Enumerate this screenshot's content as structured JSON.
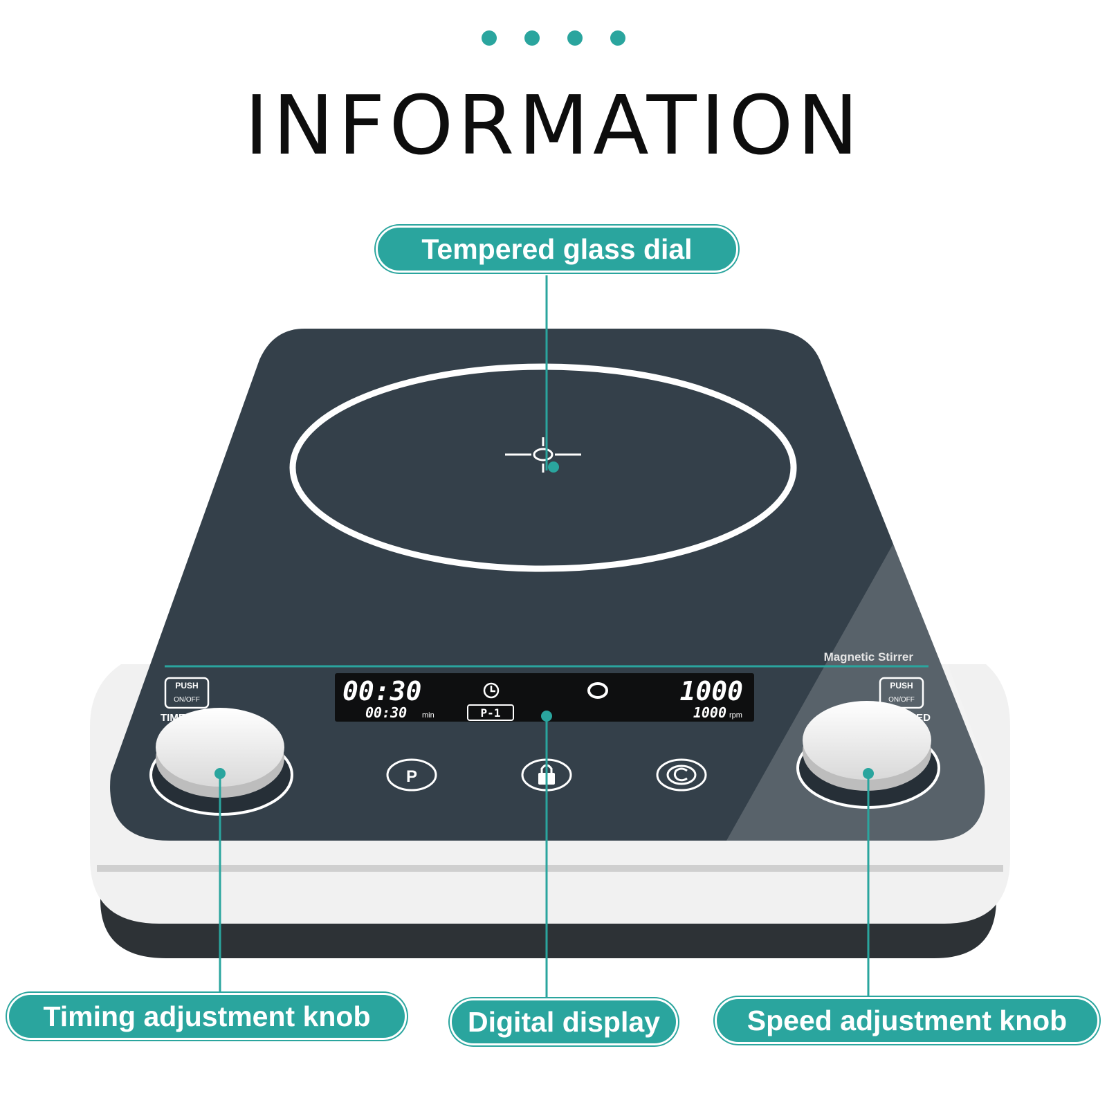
{
  "colors": {
    "accent": "#2aa59e",
    "glass": "#34404a",
    "body": "#f1f1f1",
    "base": "#2d3236"
  },
  "header": {
    "title": "INFORMATION"
  },
  "callouts": {
    "dial": "Tempered glass dial",
    "timing_knob": "Timing adjustment knob",
    "display": "Digital display",
    "speed_knob": "Speed adjustment knob"
  },
  "device": {
    "brand_label": "Magnetic Stirrer",
    "left_button": {
      "line1": "PUSH",
      "line2": "ON/OFF",
      "label": "TIME"
    },
    "right_button": {
      "line1": "PUSH",
      "line2": "ON/OFF",
      "label": "SPEED"
    },
    "display": {
      "time_main": "00:30",
      "time_sub": "00:30",
      "time_unit": "min",
      "program": "P-1",
      "speed_main": "1000",
      "speed_sub": "1000",
      "speed_unit": "rpm"
    },
    "buttons": [
      {
        "label": "P",
        "icon": "program-icon"
      },
      {
        "label": "",
        "icon": "lock-icon"
      },
      {
        "label": "",
        "icon": "cycle-icon"
      }
    ]
  }
}
